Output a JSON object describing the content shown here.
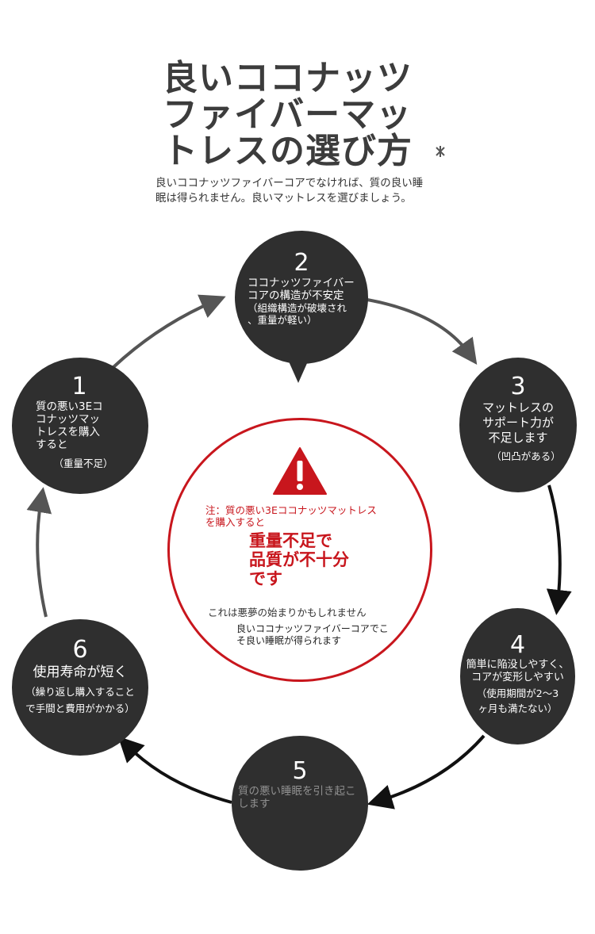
{
  "header": {
    "title_lines": [
      "良いココナッツ",
      "ファイバーマッ",
      "トレスの選び方"
    ],
    "subtitle_lines": [
      "良いココナッツファイバーコアでなければ、質の良い睡",
      "眠は得られません。良いマットレスを選びましょう。"
    ]
  },
  "cycle": [
    {
      "num": "1",
      "main_lines": [
        "質の悪い3Eコ",
        "コナッツマッ",
        "トレスを購入",
        "すると"
      ],
      "note_lines": [
        "（重量不足）"
      ]
    },
    {
      "num": "2",
      "main_lines": [
        "ココナッツファイバー",
        "コアの構造が不安定"
      ],
      "note_lines": [
        "（組織構造が破壊され",
        "、重量が軽い）"
      ]
    },
    {
      "num": "3",
      "main_lines": [
        "マットレスの",
        "サポート力が",
        "不足します"
      ],
      "note_lines": [
        "（凹凸がある）"
      ]
    },
    {
      "num": "4",
      "main_lines": [
        "簡単に陥没しやすく、",
        "コアが変形しやすい"
      ],
      "note_lines": [
        "（使用期間が2〜3",
        "ヶ月も満たない）"
      ]
    },
    {
      "num": "5",
      "main_lines": [
        "質の悪い睡眠を引き起こ",
        "します"
      ],
      "note_lines": []
    },
    {
      "num": "6",
      "main_lines": [
        "使用寿命が短く"
      ],
      "note_lines": [
        "（繰り返し購入すること",
        "で手間と費用がかかる）"
      ]
    }
  ],
  "center": {
    "warning_lines": [
      "注：質の悪い3Eココナッツマットレス",
      "を購入すると"
    ],
    "headline_lines": [
      "重量不足で",
      "品質が不十分",
      "です"
    ],
    "nightmare_text": "これは悪夢の始まりかもしれません",
    "good_lines": [
      "良いココナッツファイバーコアでこ",
      "そ良い睡眠が得られます"
    ]
  },
  "colors": {
    "node_fill": "#2f2f2f",
    "accent_red": "#c8161d",
    "title_gray": "#3c3c3c",
    "arrow_gray": "#555555",
    "arrow_dark": "#111111"
  }
}
